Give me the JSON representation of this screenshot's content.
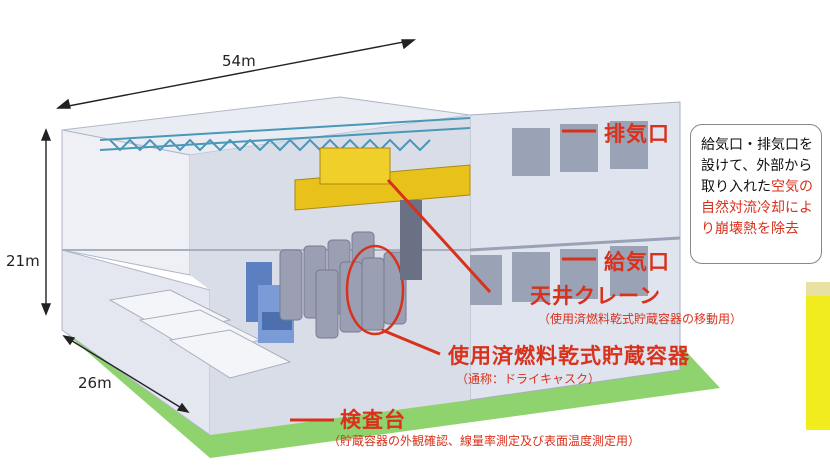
{
  "dimensions": {
    "length": "54m",
    "height": "21m",
    "width": "26m"
  },
  "labels": {
    "exhaust": "排気口",
    "intake": "給気口",
    "crane": "天井クレーン",
    "crane_desc": "（使用済燃料乾式貯蔵容器の移動用）",
    "cask": "使用済燃料乾式貯蔵容器",
    "cask_desc": "（通称：ドライキャスク）",
    "inspection": "検査台",
    "inspection_desc": "（貯蔵容器の外観確認、線量率測定及び表面温度測定用）"
  },
  "note": {
    "line1": "給気口・排気口を",
    "line2": "設けて、外部から",
    "line3_a": "取り入れた",
    "line3_b": "空気の",
    "line4": "自然対流冷却によ",
    "line5": "り崩壊熱を除去"
  },
  "colors": {
    "accent_red": "#d8311c",
    "ground_green": "#8fd36e",
    "crane_yellow": "#e8c21a",
    "cask_gray": "#9a9fb3"
  }
}
